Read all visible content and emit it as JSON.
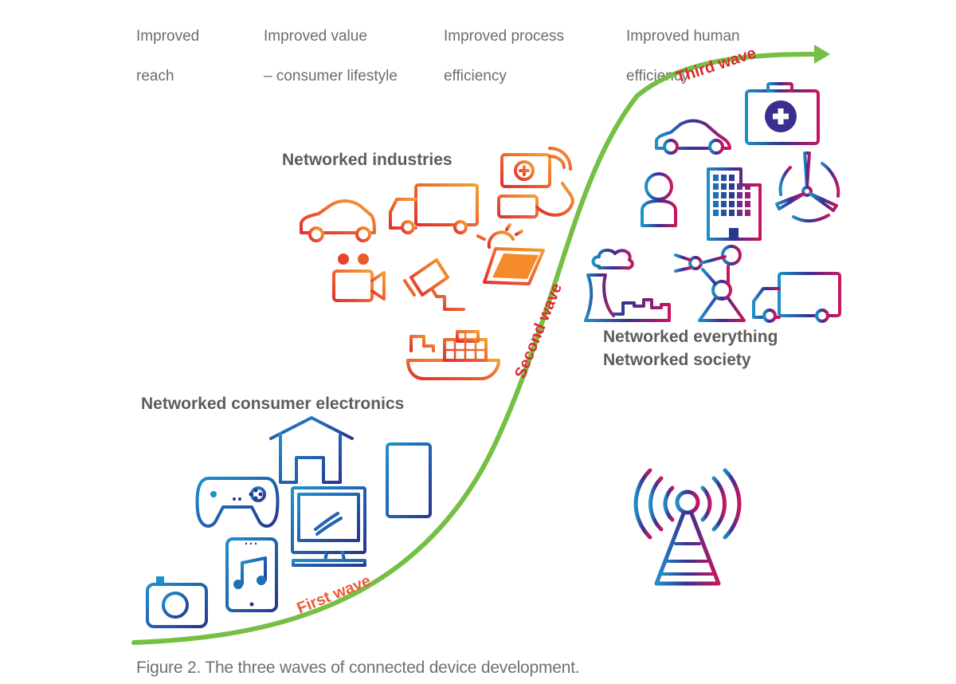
{
  "headers": [
    {
      "line1": "Improved",
      "line2": "reach"
    },
    {
      "line1": "Improved value",
      "line2": "– consumer lifestyle"
    },
    {
      "line1": "Improved process",
      "line2": "efficiency"
    },
    {
      "line1": "Improved human",
      "line2": "efficiency"
    }
  ],
  "groups": {
    "consumer": "Networked consumer electronics",
    "industries": "Networked industries",
    "everything_line1": "Networked everything",
    "everything_line2": "Networked society"
  },
  "waves": {
    "first": "First wave",
    "second": "Second wave",
    "third": "Third wave"
  },
  "icons": {
    "first_wave": [
      "camera-icon",
      "music-tablet-icon",
      "gamepad-icon",
      "house-icon",
      "tv-monitor-icon",
      "fridge-icon"
    ],
    "second_wave": [
      "car-icon",
      "truck-icon",
      "connected-medkit-icon",
      "video-camera-icon",
      "security-camera-icon",
      "solar-panel-icon",
      "cargo-ship-icon"
    ],
    "third_wave": [
      "car-icon",
      "medkit-icon",
      "person-icon",
      "building-icon",
      "wind-turbine-icon",
      "power-plant-icon",
      "robot-arm-icon",
      "truck-icon",
      "radio-tower-icon"
    ]
  },
  "colors": {
    "curve": "#74bf44",
    "wave_label_first": "#ec5a3a",
    "wave_label_other": "#e0282e",
    "blue": "#1e7fc0",
    "navy": "#27368f",
    "orange": "#f28c28",
    "red": "#e23b2f",
    "magenta": "#c8155f",
    "text_gray": "#5c5c5c"
  },
  "caption": "Figure 2. The three waves of connected device development."
}
